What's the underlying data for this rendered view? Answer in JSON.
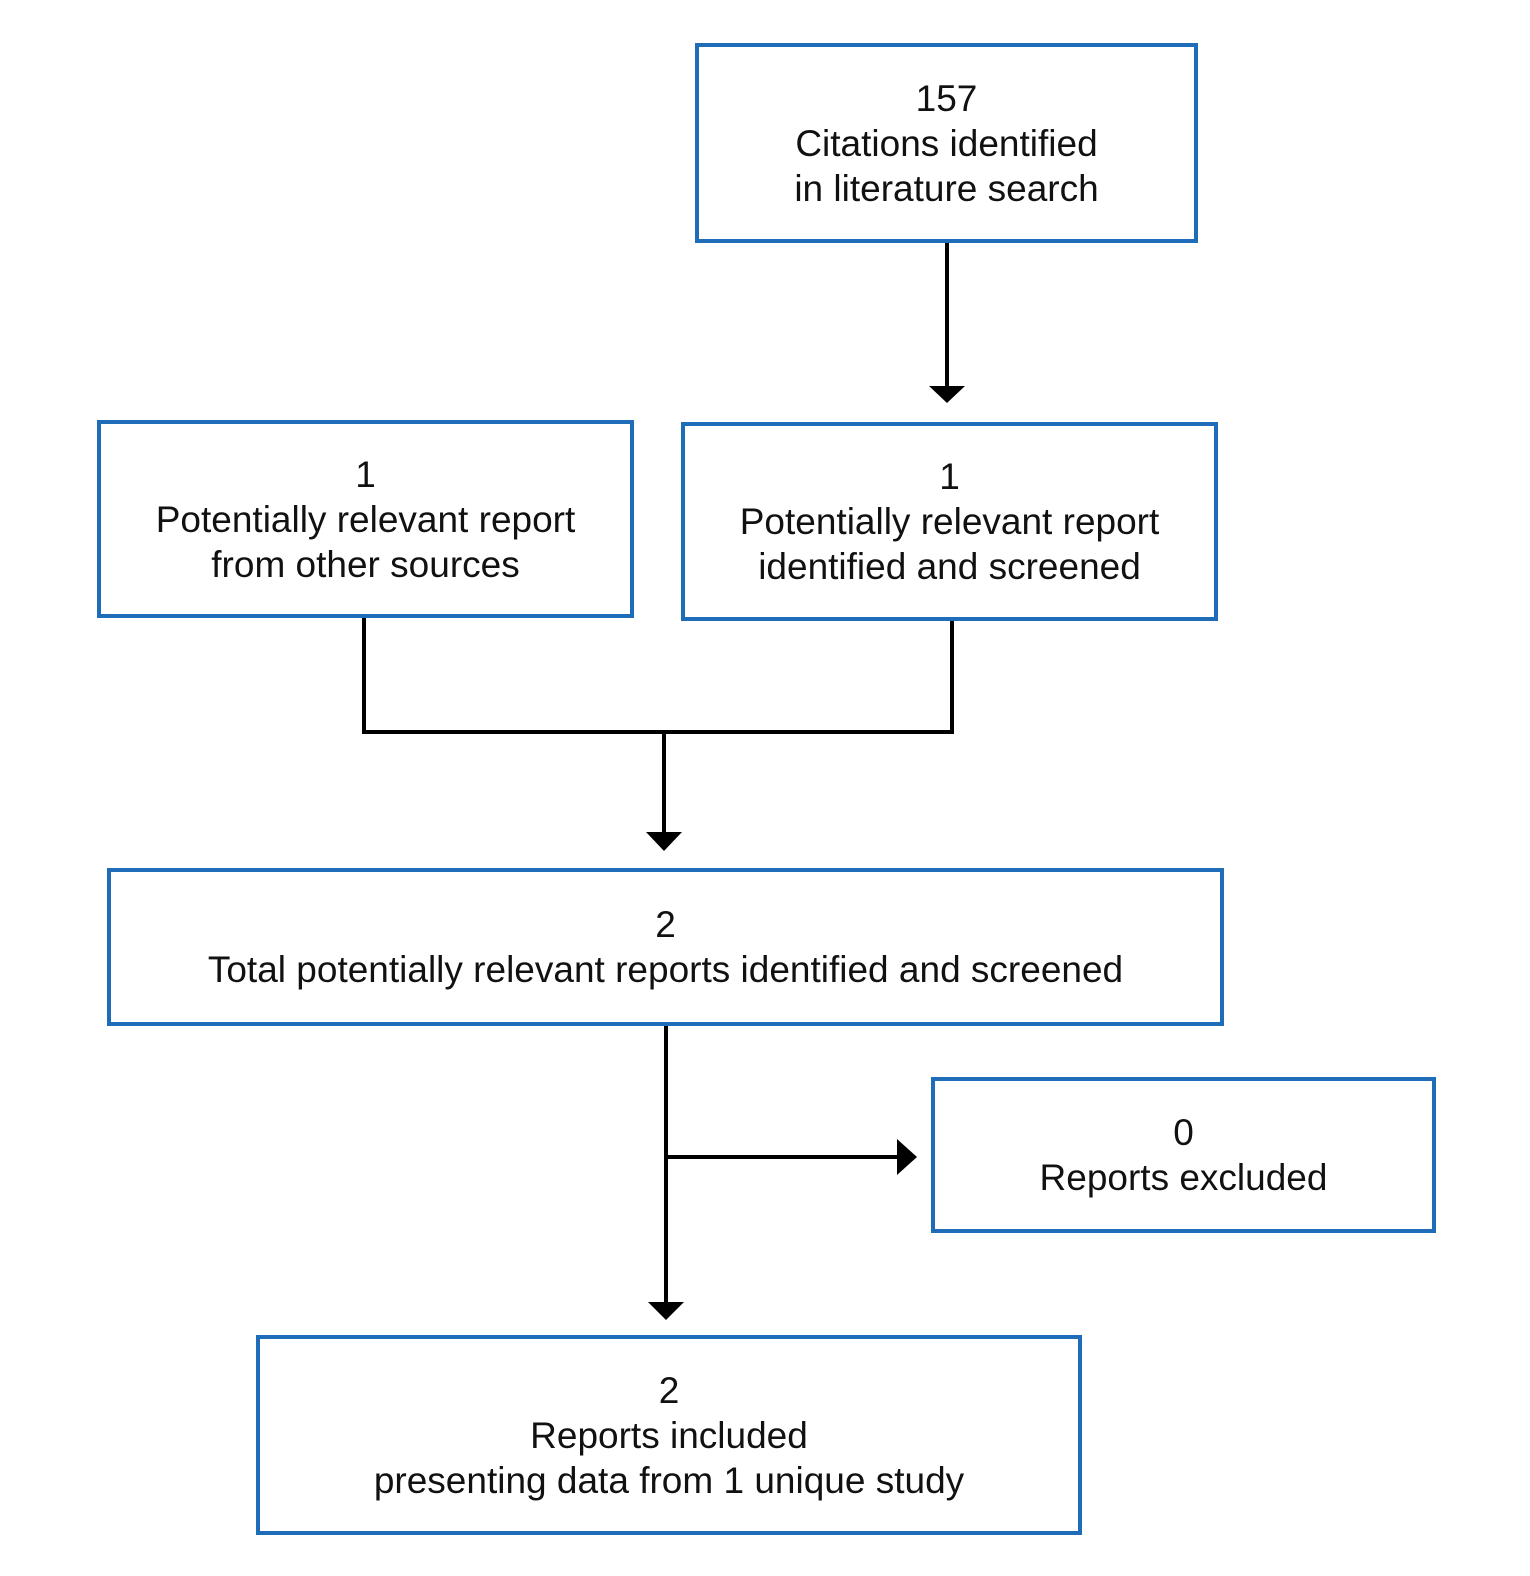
{
  "colors": {
    "box_border": "#1f6cb8",
    "connector": "#000000",
    "text": "#111111"
  },
  "boxes": {
    "search": {
      "count": "157",
      "line1": "Citations identified",
      "line2": "in literature search"
    },
    "other": {
      "count": "1",
      "line1": "Potentially relevant report",
      "line2": "from other sources"
    },
    "screened": {
      "count": "1",
      "line1": "Potentially relevant report",
      "line2": "identified and screened"
    },
    "total": {
      "count": "2",
      "line1": "Total potentially relevant reports identified and screened"
    },
    "excluded": {
      "count": "0",
      "line1": "Reports excluded"
    },
    "included": {
      "count": "2",
      "line1": "Reports included",
      "line2": "presenting data from 1 unique study"
    }
  }
}
